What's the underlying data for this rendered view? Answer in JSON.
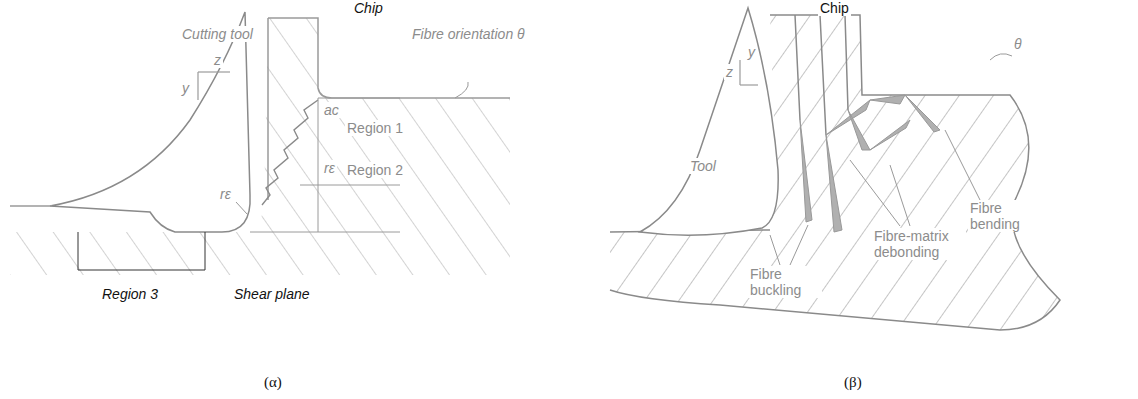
{
  "diagram": {
    "labels": [
      "Chip",
      "Cutting tool",
      "Fibre orientation θ",
      "z",
      "y",
      "rε",
      "ac",
      "Region 1",
      "rε",
      "Region 2",
      "Region 3",
      "Shear plane",
      "(α)",
      "Chip",
      "y",
      "z",
      "θ",
      "Tool",
      "Fibre bending",
      "Fibre-matrix debonding",
      "Fibre buckling",
      "(β)"
    ]
  }
}
